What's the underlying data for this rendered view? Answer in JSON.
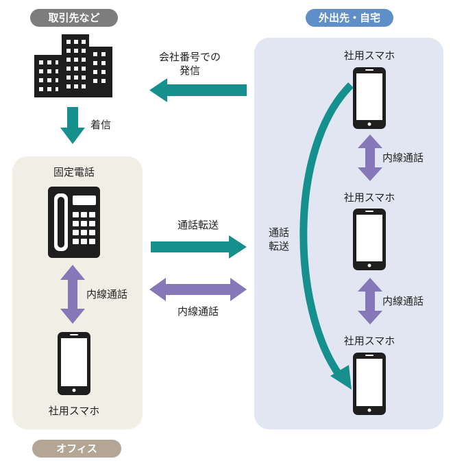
{
  "colors": {
    "teal": "#168f8f",
    "purple": "#8577b8",
    "dark": "#1e1e1e",
    "client_pill": "#7d7d7d",
    "outside_pill": "#5e8fc9",
    "office_pill": "#b3a694",
    "office_panel": "#f1eee6",
    "outside_panel": "#e1e6f2"
  },
  "client": {
    "pill_label": "取引先など",
    "icon": "office-buildings-icon"
  },
  "incoming": {
    "label": "着信"
  },
  "outbound": {
    "label_line1": "会社番号での",
    "label_line2": "発信"
  },
  "office": {
    "pill_label": "オフィス",
    "desk_phone_label": "固定電話",
    "internal_call_label": "内線通話",
    "smartphone_label": "社用スマホ"
  },
  "middle": {
    "forward_label": "通話転送",
    "internal_label": "内線通話"
  },
  "outside": {
    "pill_label": "外出先・自宅",
    "phones": [
      {
        "label": "社用スマホ"
      },
      {
        "label": "社用スマホ"
      },
      {
        "label": "社用スマホ"
      }
    ],
    "internal_labels": [
      "内線通話",
      "内線通話"
    ],
    "forward_line1": "通話",
    "forward_line2": "転送"
  }
}
